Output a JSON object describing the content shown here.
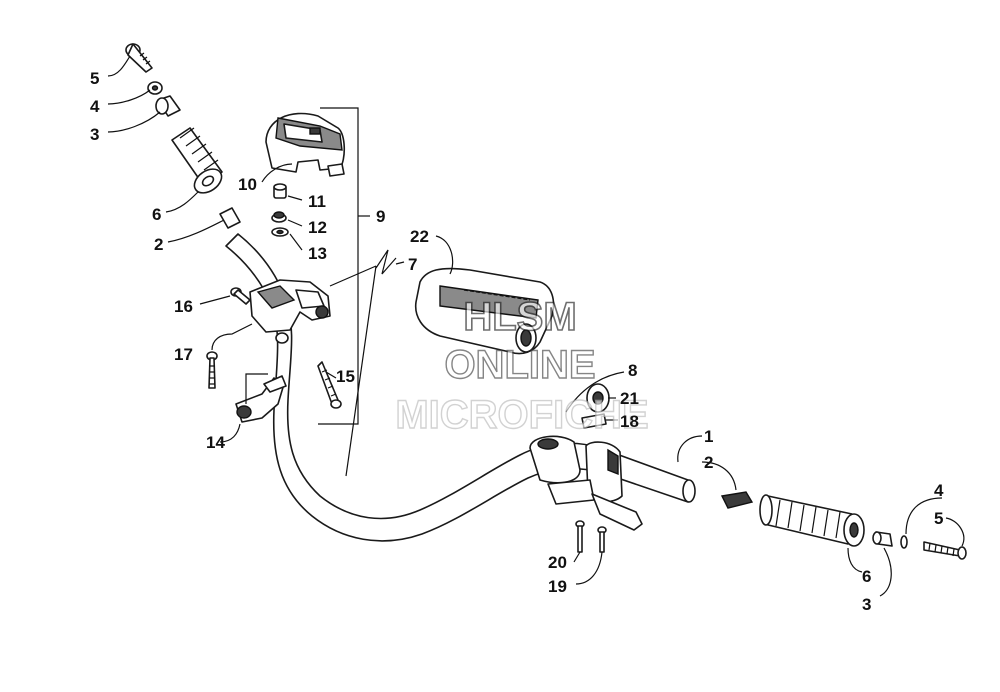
{
  "callouts": {
    "c1": "1",
    "c2a": "2",
    "c2b": "2",
    "c3a": "3",
    "c3b": "3",
    "c4a": "4",
    "c4b": "4",
    "c5a": "5",
    "c5b": "5",
    "c6a": "6",
    "c6b": "6",
    "c7": "7",
    "c8": "8",
    "c9": "9",
    "c10": "10",
    "c11": "11",
    "c12": "12",
    "c13": "13",
    "c14": "14",
    "c15": "15",
    "c16": "16",
    "c17": "17",
    "c18": "18",
    "c19": "19",
    "c20": "20",
    "c21": "21",
    "c22": "22"
  },
  "watermark": {
    "line1": "HLSM",
    "line2": "ONLINE",
    "line3": "MICROFICHE"
  }
}
